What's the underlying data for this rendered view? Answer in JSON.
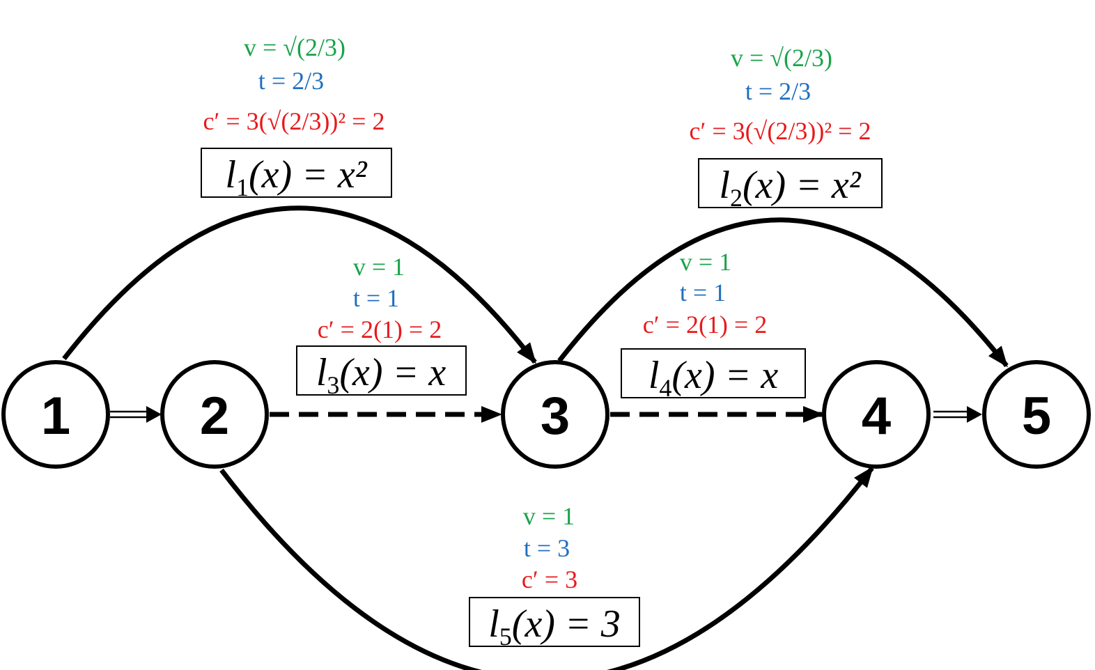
{
  "colors": {
    "v": "#1aa34a",
    "t": "#1f6fbf",
    "c": "#e8191c",
    "stroke": "#000000"
  },
  "nodes": [
    {
      "id": "1",
      "label": "1"
    },
    {
      "id": "2",
      "label": "2"
    },
    {
      "id": "3",
      "label": "3"
    },
    {
      "id": "4",
      "label": "4"
    },
    {
      "id": "5",
      "label": "5"
    }
  ],
  "edges": [
    {
      "id": "e12",
      "from": "1",
      "to": "2",
      "style": "double"
    },
    {
      "id": "l1",
      "from": "1",
      "to": "3",
      "style": "solid"
    },
    {
      "id": "l3",
      "from": "2",
      "to": "3",
      "style": "dashed"
    },
    {
      "id": "l2",
      "from": "3",
      "to": "5",
      "style": "solid"
    },
    {
      "id": "l4",
      "from": "3",
      "to": "4",
      "style": "dashed"
    },
    {
      "id": "l5",
      "from": "2",
      "to": "4",
      "style": "solid"
    },
    {
      "id": "e45",
      "from": "4",
      "to": "5",
      "style": "double"
    }
  ],
  "labels": {
    "l1": {
      "v": "v = √(2/3)",
      "t": "t = 2/3",
      "c": "c′ = 3(√(2/3))² = 2",
      "fn_name": "l",
      "fn_sub": "1",
      "fn_rest": "(x) = x²"
    },
    "l2": {
      "v": "v = √(2/3)",
      "t": "t = 2/3",
      "c": "c′ = 3(√(2/3))² = 2",
      "fn_name": "l",
      "fn_sub": "2",
      "fn_rest": "(x) = x²"
    },
    "l3": {
      "v": "v = 1",
      "t": "t = 1",
      "c": "c′ = 2(1) = 2",
      "fn_name": "l",
      "fn_sub": "3",
      "fn_rest": "(x) = x"
    },
    "l4": {
      "v": "v = 1",
      "t": "t = 1",
      "c": "c′ = 2(1) = 2",
      "fn_name": "l",
      "fn_sub": "4",
      "fn_rest": "(x) = x"
    },
    "l5": {
      "v": "v = 1",
      "t": "t = 3",
      "c": "c′ = 3",
      "fn_name": "l",
      "fn_sub": "5",
      "fn_rest": "(x) = 3"
    }
  }
}
